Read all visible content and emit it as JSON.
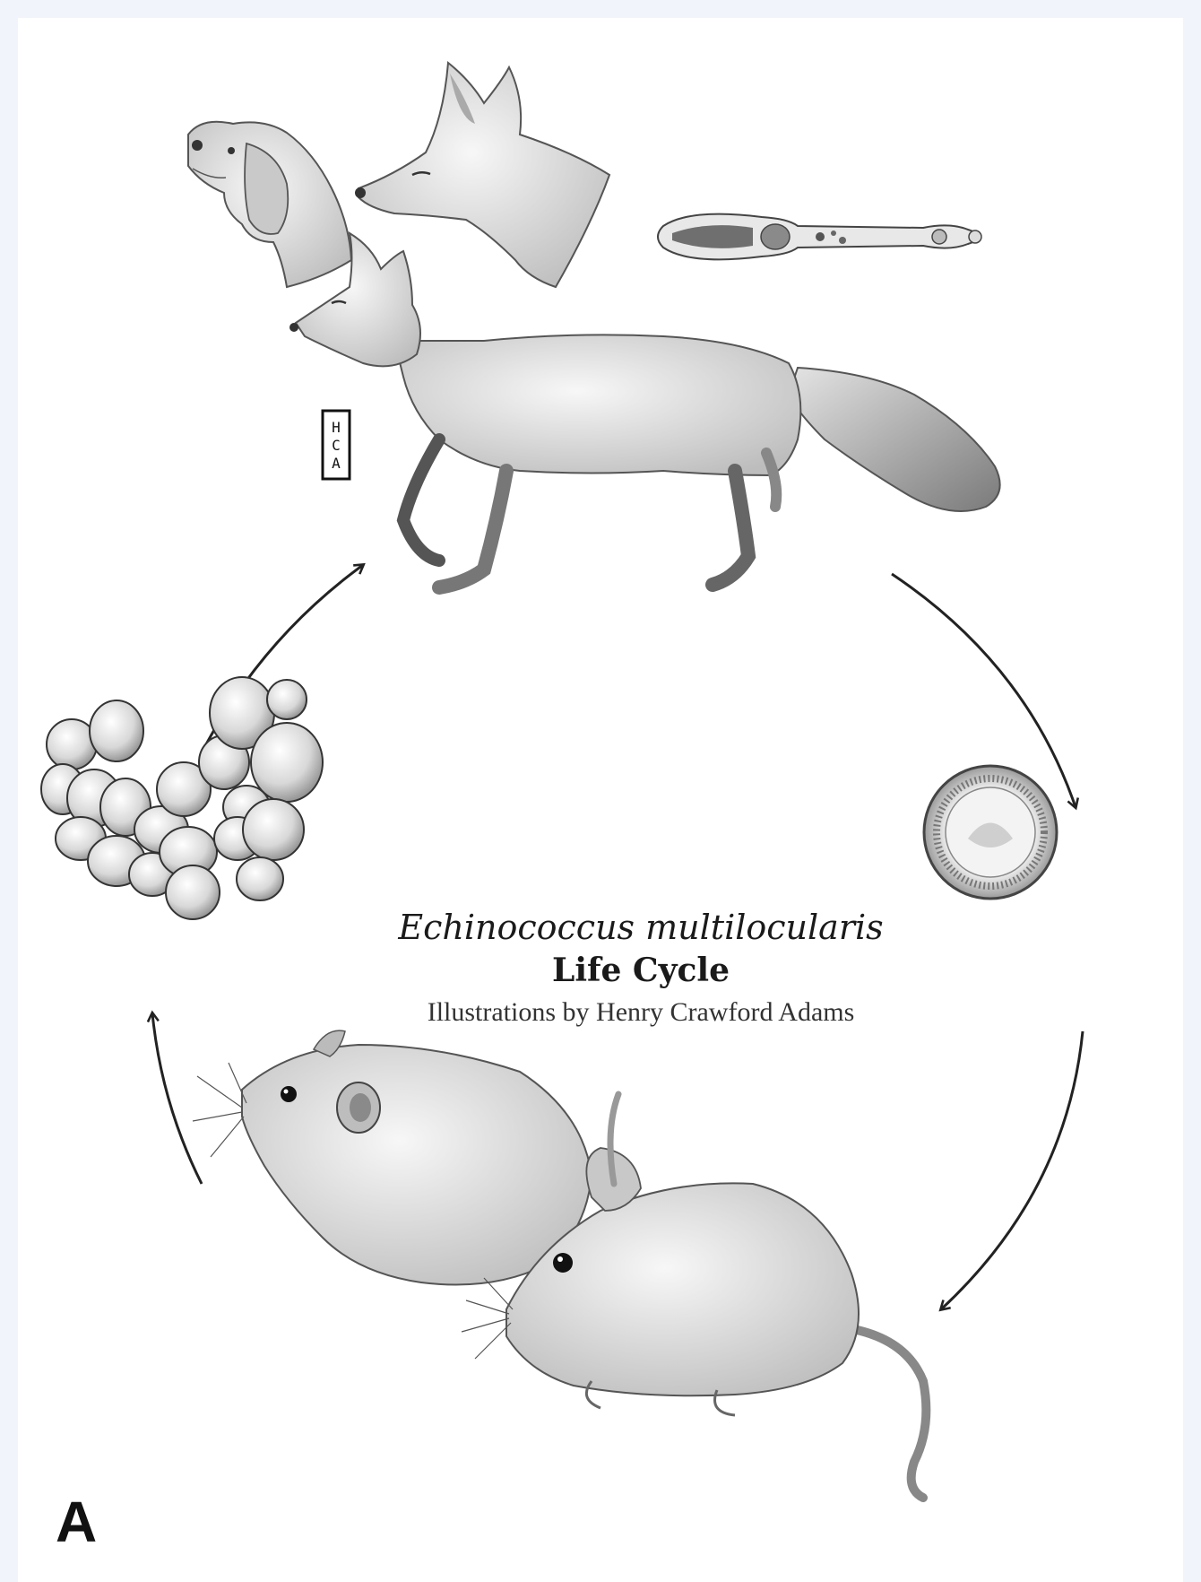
{
  "figure": {
    "title_species": "Echinococcus multilocularis",
    "title_main": "Life Cycle",
    "credit": "Illustrations by Henry Crawford Adams",
    "panel_label": "A",
    "signature_monogram": "HCA"
  },
  "colors": {
    "page_background": "#f1f5fb",
    "panel_background": "#ffffff",
    "ink": "#222222"
  },
  "icons": [
    "dog-head-illustration",
    "coyote-head-illustration",
    "fox-illustration",
    "tapeworm-illustration",
    "egg-illustration",
    "vole-illustration",
    "mouse-illustration",
    "cyst-cluster-illustration"
  ]
}
